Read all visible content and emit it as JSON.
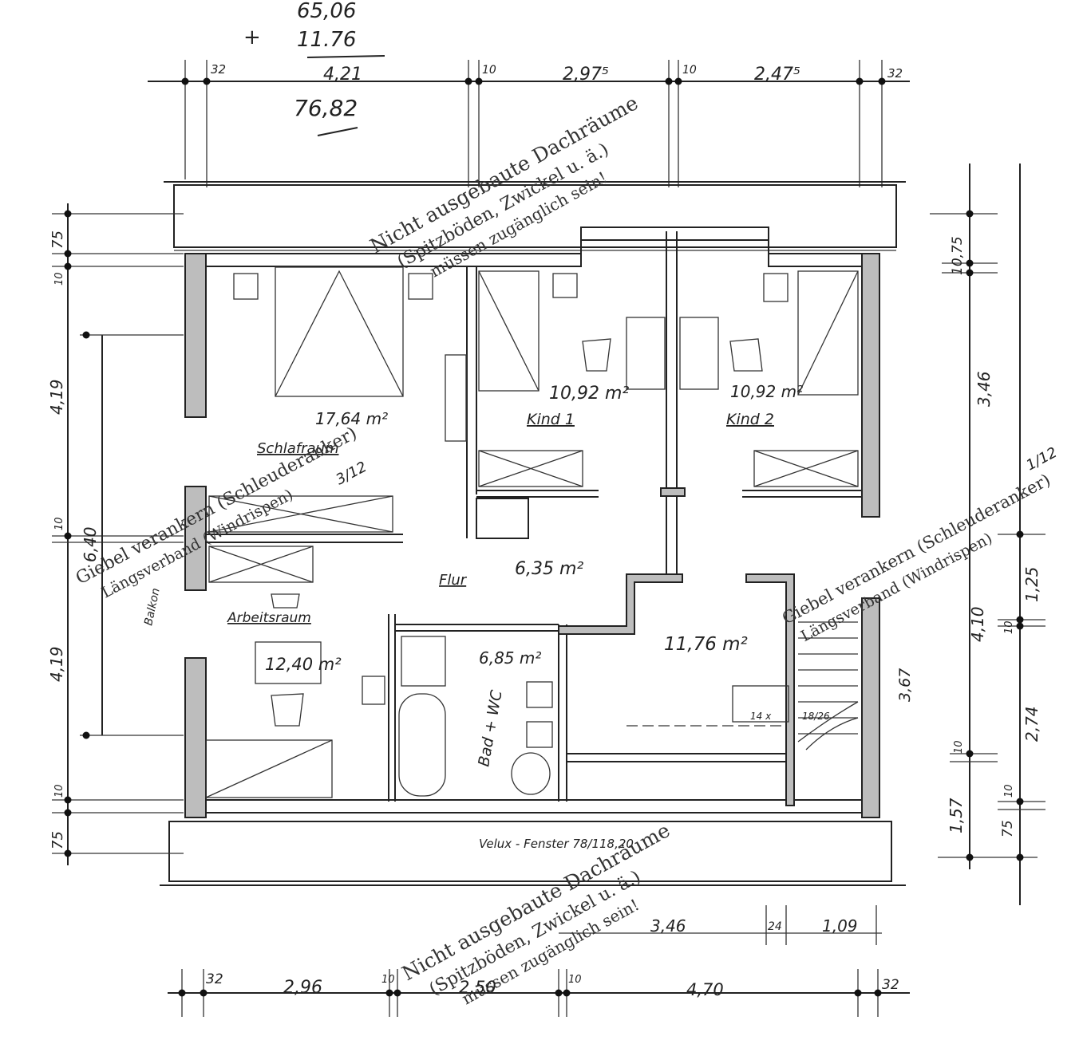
{
  "calc": {
    "a": "65,06",
    "plus": "+",
    "b": "11.76",
    "sum": "76,82",
    "top_sum_label": "4,21"
  },
  "top_dims": [
    "32",
    "4,21",
    "10",
    "2,97⁵",
    "10",
    "2,47⁵",
    "32"
  ],
  "bottom_dims": [
    "32",
    "2,96",
    "10",
    "2,50",
    "10",
    "4,70",
    "32"
  ],
  "bottom_dims_upper": [
    "3,46",
    "24",
    "1,09"
  ],
  "left_dims": [
    "10",
    "75",
    "4,19",
    "10",
    "6,40",
    "4,19",
    "10",
    "75"
  ],
  "right_dims": [
    "10,75",
    "3,46",
    "1,25",
    "4,10",
    "10",
    "2,74",
    "10",
    "1,57",
    "10",
    "75",
    "3,67"
  ],
  "stamps": {
    "top": {
      "line1": "Nicht ausgebaute Dachräume",
      "line2": "(Spitzböden, Zwickel u. ä.)",
      "line3": "müssen zugänglich sein!"
    },
    "bottom": {
      "line1": "Nicht ausgebaute Dachräume",
      "line2": "(Spitzböden, Zwickel u. ä.)",
      "line3": "müssen zugänglich sein!"
    },
    "left": {
      "line1": "Giebel verankern (Schleuderanker)",
      "line2": "Längsverband (Windrispen)"
    },
    "right": {
      "line1": "Giebel verankern (Schleuderanker)",
      "line2": "Längsverband (Windrispen)"
    },
    "ref_left": "3/12",
    "ref_right": "1/12"
  },
  "rooms": {
    "schlafraum": {
      "name": "Schlafraum",
      "area": "17,64 m²"
    },
    "kind1": {
      "name": "Kind 1",
      "area": "10,92 m²"
    },
    "kind2": {
      "name": "Kind 2",
      "area": "10,92 m²"
    },
    "flur": {
      "name": "Flur",
      "area": "6,35 m²"
    },
    "bad": {
      "name": "Bad + WC",
      "area": "6,85 m²"
    },
    "arbeitsraum": {
      "name": "Arbeitsraum",
      "area": "12,40 m²"
    },
    "bodenraum": {
      "area": "11,76 m²"
    },
    "balkon": {
      "name": "Balkon"
    }
  },
  "stair": {
    "label1": "14 x",
    "label2": "18/26"
  },
  "window_note": "Velux - Fenster 78/118,20"
}
